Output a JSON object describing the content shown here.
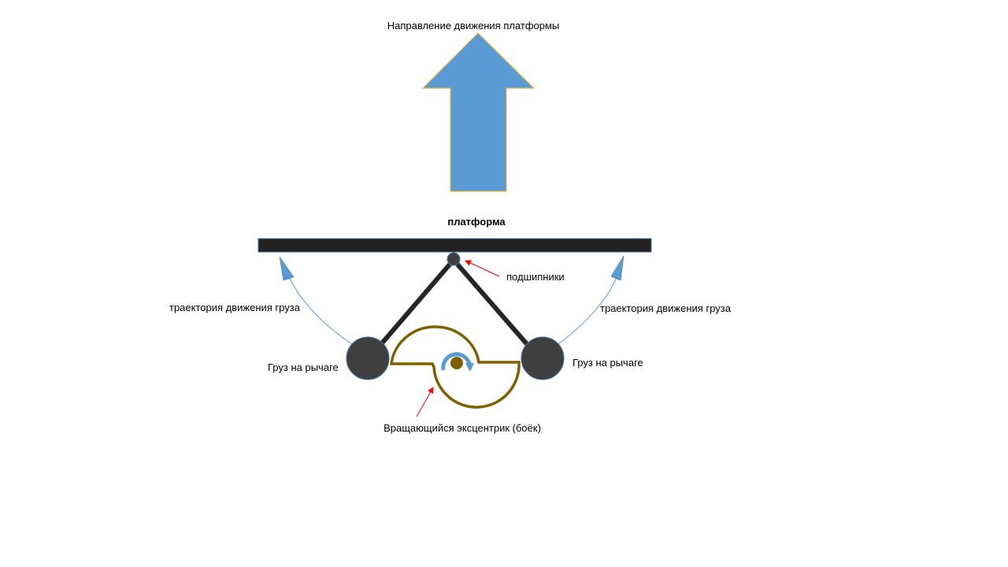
{
  "title": "Направление движения платформы",
  "labels": {
    "platform": "платформа",
    "bearings": "подшипники",
    "trajectory_left": "траектория движения груза",
    "trajectory_right": "траектория движения груза",
    "weight_left": "Груз на рычаге",
    "weight_right": "Груз на рычаге",
    "eccentric": "Вращающийся эксцентрик (боёк)"
  },
  "colors": {
    "arrow_fill": "#5b9bd5",
    "arrow_outline": "#e8b83a",
    "platform": "#222222",
    "outline_blue": "#41719c",
    "weight": "#3f3f3f",
    "lever": "#262626",
    "eccentric": "#7f6000",
    "pointer_red": "#ff0000",
    "trajectory": "#5b9bd5"
  }
}
